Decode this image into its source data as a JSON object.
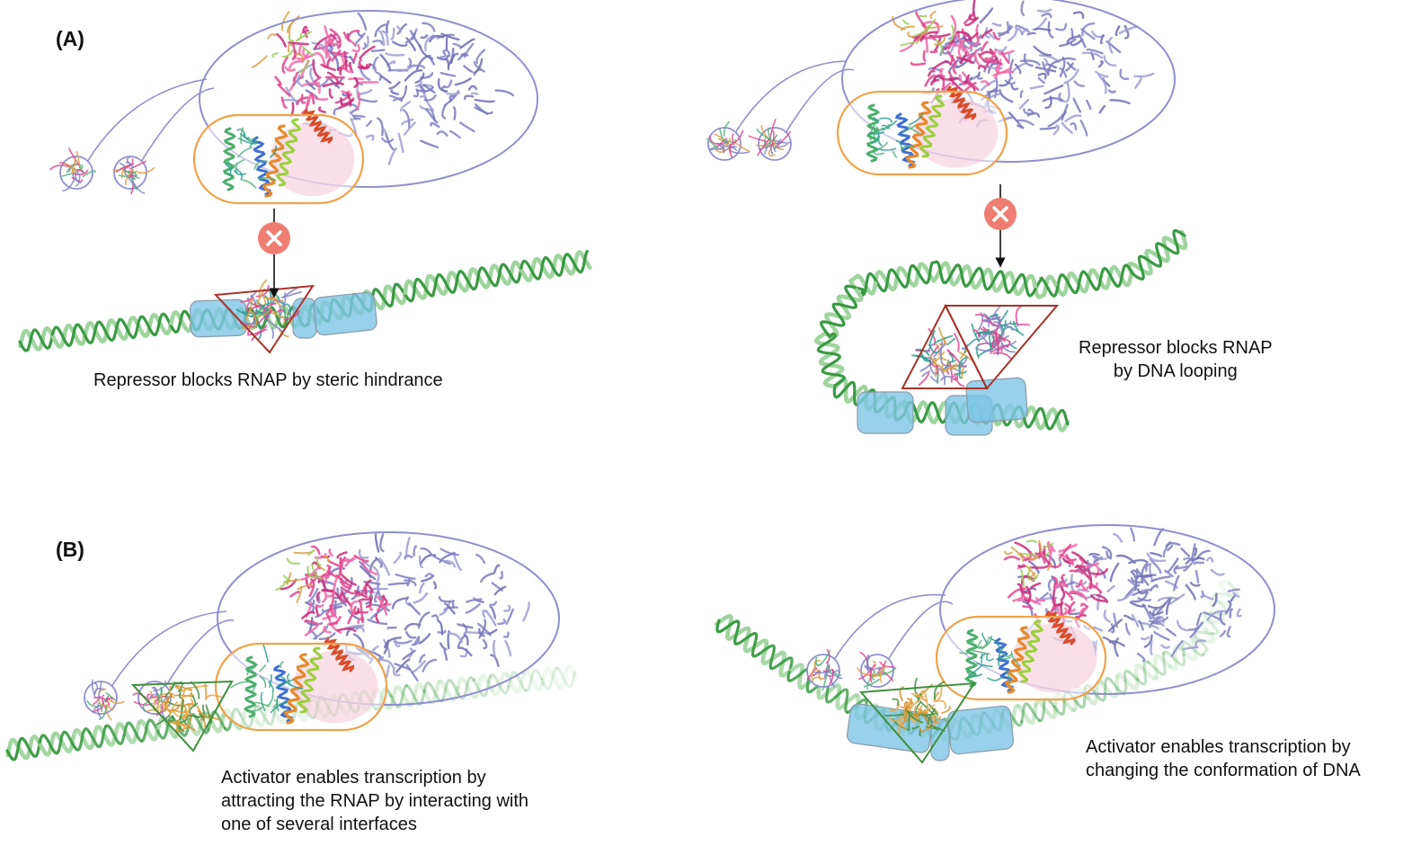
{
  "panels": {
    "a": {
      "letter": "(A)"
    },
    "b": {
      "letter": "(B)"
    }
  },
  "captions": {
    "steric": "Repressor blocks RNAP by steric hindrance",
    "looping": "Repressor blocks RNAP\nby DNA looping",
    "attracting": "Activator enables transcription by\nattracting the RNAP by interacting with\none of several interfaces",
    "conformation": "Activator enables transcription by\nchanging the conformation of DNA"
  },
  "icons": {
    "block": "blocked-x-icon"
  },
  "colors": {
    "dna_dark": "#3a9a45",
    "dna_light": "#9fd49f",
    "binding_site": "#7ec6e6",
    "rnap_outline": "#8f8fd0",
    "sigma_outline": "#f0a24a",
    "repressor_outline": "#a8322a",
    "activator_outline": "#3f8f3f",
    "block_red": "#ef7d72"
  }
}
